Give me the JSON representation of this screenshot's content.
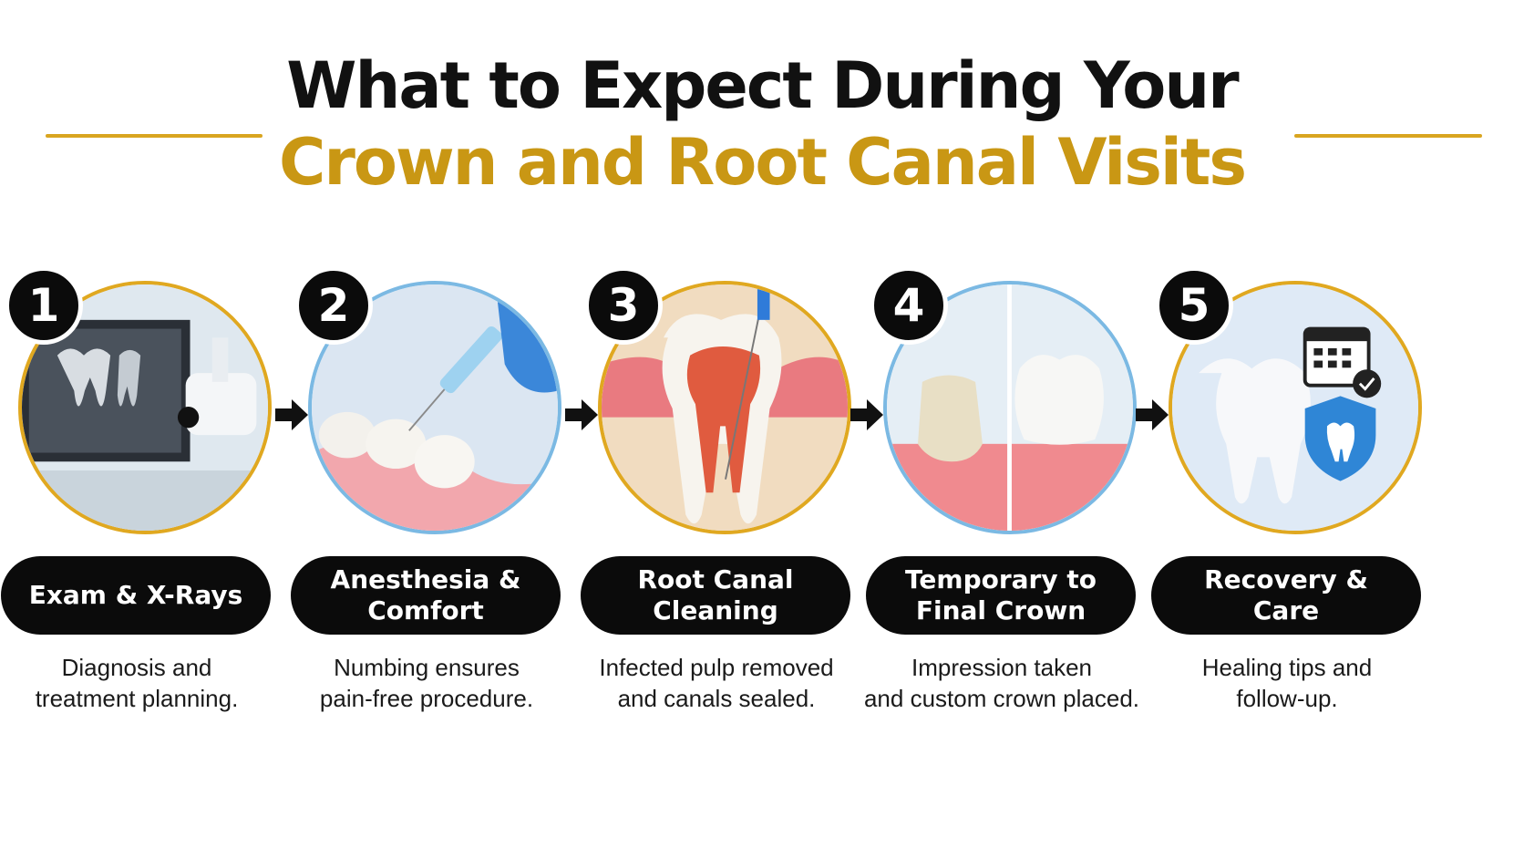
{
  "title": {
    "line1": "What to Expect During Your",
    "line2": "Crown and Root Canal Visits"
  },
  "colors": {
    "accent_gold": "#C99714",
    "ring_blue": "#7BB9E3",
    "pill_black": "#0b0b0b"
  },
  "steps": [
    {
      "number": "1",
      "label": "Exam & X-Rays",
      "description": "Diagnosis and\ntreatment planning.",
      "ring": "gold",
      "image": "xray-monitor-image"
    },
    {
      "number": "2",
      "label": "Anesthesia & Comfort",
      "description": "Numbing ensures\npain-free procedure.",
      "ring": "blue",
      "image": "syringe-injection-image"
    },
    {
      "number": "3",
      "label": "Root Canal Cleaning",
      "description": "Infected pulp removed\nand canals sealed.",
      "ring": "gold",
      "image": "tooth-cross-section-image"
    },
    {
      "number": "4",
      "label": "Temporary to Final Crown",
      "description": "Impression taken\nand custom crown placed.",
      "ring": "blue",
      "image": "temporary-vs-final-crown-image"
    },
    {
      "number": "5",
      "label": "Recovery & Care",
      "description": "Healing tips and\nfollow-up.",
      "ring": "gold",
      "image": "tooth-shield-calendar-image"
    }
  ],
  "arrows": [
    "right-arrow-icon",
    "right-arrow-icon",
    "right-arrow-icon",
    "right-arrow-icon"
  ]
}
